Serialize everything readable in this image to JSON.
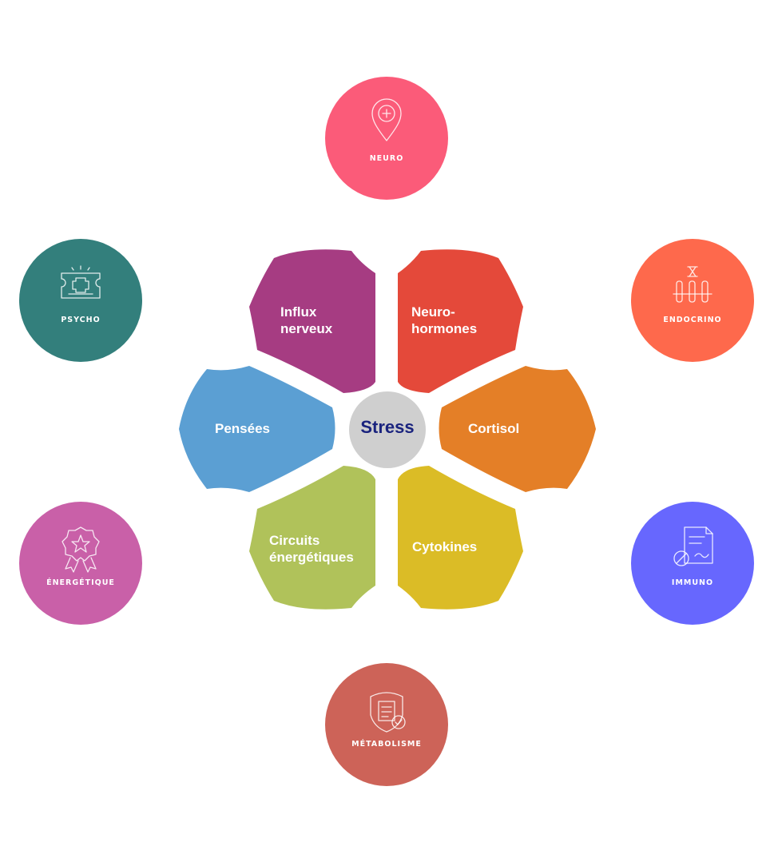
{
  "center": {
    "label": "Stress",
    "color": "#cfcfcf",
    "text_color": "#1a237e"
  },
  "petals": [
    {
      "id": "influx",
      "lines": [
        "Influx",
        "nerveux"
      ],
      "color": "#a63c82"
    },
    {
      "id": "neurohormones",
      "lines": [
        "Neuro-",
        "hormones"
      ],
      "color": "#e4493a"
    },
    {
      "id": "cortisol",
      "lines": [
        "Cortisol"
      ],
      "color": "#e47f27"
    },
    {
      "id": "cytokines",
      "lines": [
        "Cytokines"
      ],
      "color": "#dbbc26"
    },
    {
      "id": "circuits",
      "lines": [
        "Circuits",
        "énergétiques"
      ],
      "color": "#b0c25a"
    },
    {
      "id": "pensees",
      "lines": [
        "Pensées"
      ],
      "color": "#5b9fd3"
    }
  ],
  "circles": [
    {
      "id": "neuro",
      "label": "NEURO",
      "color": "#fb5b79",
      "icon": "map-pin-medical-icon"
    },
    {
      "id": "endocrino",
      "label": "ENDOCRINO",
      "color": "#fe694c",
      "icon": "test-tubes-icon"
    },
    {
      "id": "immuno",
      "label": "IMMUNO",
      "color": "#6767fe",
      "icon": "prescription-pill-icon"
    },
    {
      "id": "metabolisme",
      "label": "MÉTABOLISME",
      "color": "#cd6358",
      "icon": "shield-document-icon"
    },
    {
      "id": "energetique",
      "label": "ÉNERGÉTIQUE",
      "color": "#c960a8",
      "icon": "award-star-icon"
    },
    {
      "id": "psycho",
      "label": "PSYCHO",
      "color": "#337f7c",
      "icon": "ticket-medical-icon"
    }
  ]
}
